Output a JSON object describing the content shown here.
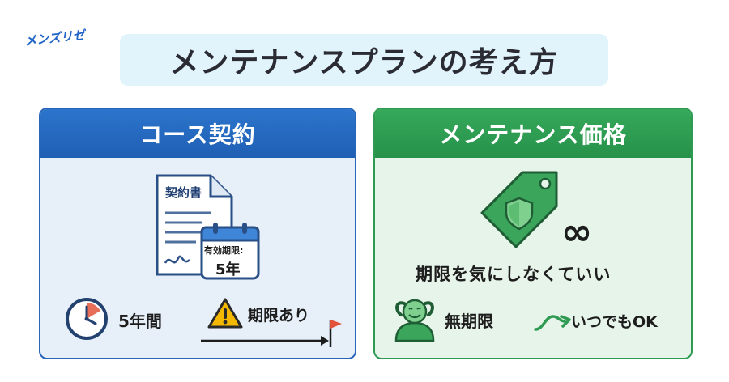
{
  "brand": "メンズリゼ",
  "title": "メンテナンスプランの考え方",
  "left_panel": {
    "heading": "コース契約",
    "document_label": "契約書",
    "calendar_line1": "有効期限:",
    "calendar_line2": "5年",
    "duration_label": "5年間",
    "deadline_label": "期限あり"
  },
  "right_panel": {
    "heading": "メンテナンス価格",
    "infinity_symbol": "∞",
    "message": "期限を気にしなくていい",
    "unlimited_label": "無期限",
    "anytime_label": "いつでもOK"
  },
  "colors": {
    "blue": "#2a66b8",
    "green": "#2f9a52",
    "warning": "#f5b800",
    "flag": "#e2533a"
  }
}
